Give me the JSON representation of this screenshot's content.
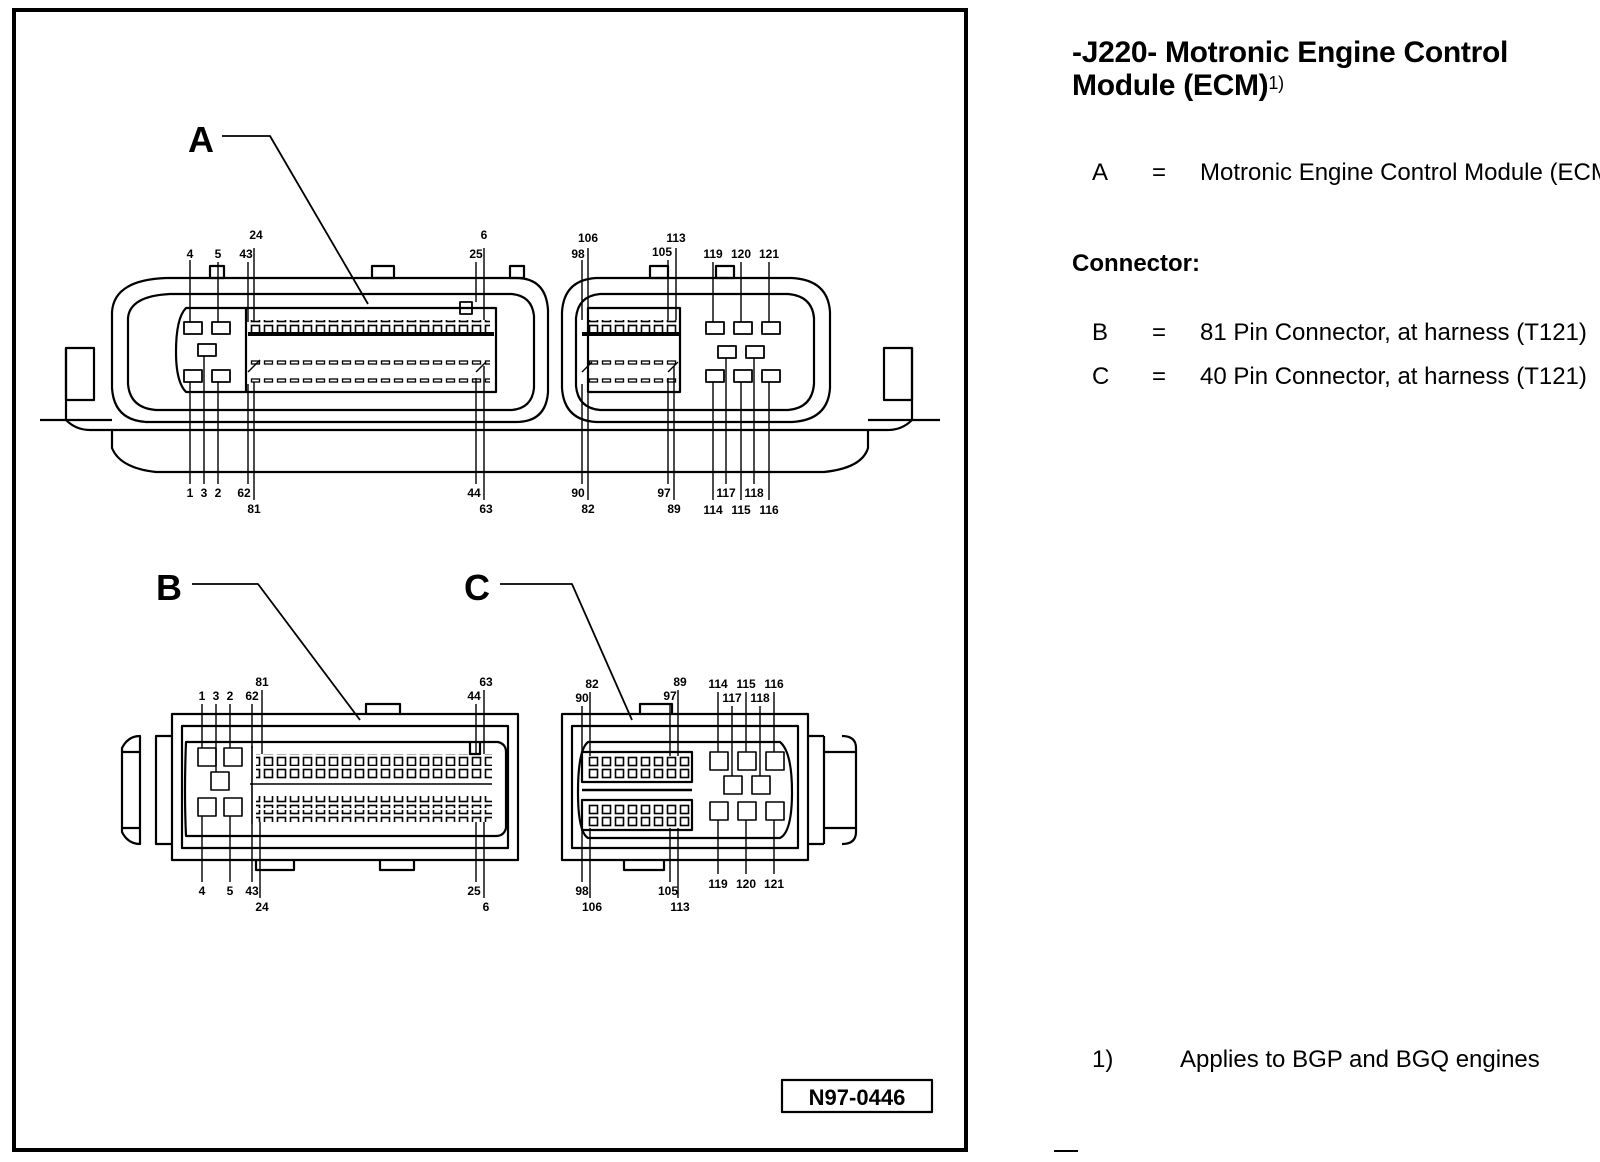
{
  "title": "-J220- Motronic Engine Control Module (ECM)",
  "title_note_marker": "1)",
  "legend": {
    "items": [
      {
        "key": "A",
        "eq": "=",
        "text": "Motronic Engine Control Module (ECM)"
      }
    ],
    "connector_heading": "Connector:",
    "connector_items": [
      {
        "key": "B",
        "eq": "=",
        "text": "81 Pin Connector, at harness (T121)"
      },
      {
        "key": "C",
        "eq": "=",
        "text": "40 Pin Connector, at harness (T121)"
      }
    ]
  },
  "footnote": {
    "marker": "1)",
    "text": "Applies to BGP and  BGQ engines"
  },
  "diagram": {
    "callouts": {
      "a": "A",
      "b": "B",
      "c": "C"
    },
    "figure_id": "N97-0446",
    "pins_a": {
      "top": [
        "4",
        "5",
        "43",
        "24",
        "25",
        "6",
        "98",
        "106",
        "105",
        "113",
        "119",
        "120",
        "121"
      ],
      "bottom": [
        "1",
        "3",
        "2",
        "62",
        "81",
        "44",
        "63",
        "90",
        "82",
        "97",
        "89",
        "117",
        "118",
        "114",
        "115",
        "116"
      ]
    },
    "pins_b": {
      "top": [
        "1",
        "3",
        "2",
        "62",
        "81",
        "44",
        "63"
      ],
      "bottom": [
        "4",
        "5",
        "43",
        "24",
        "25",
        "6"
      ]
    },
    "pins_c": {
      "top": [
        "90",
        "82",
        "97",
        "89",
        "114",
        "117",
        "115",
        "118",
        "116"
      ],
      "bottom": [
        "98",
        "106",
        "105",
        "113",
        "119",
        "120",
        "121"
      ]
    }
  }
}
